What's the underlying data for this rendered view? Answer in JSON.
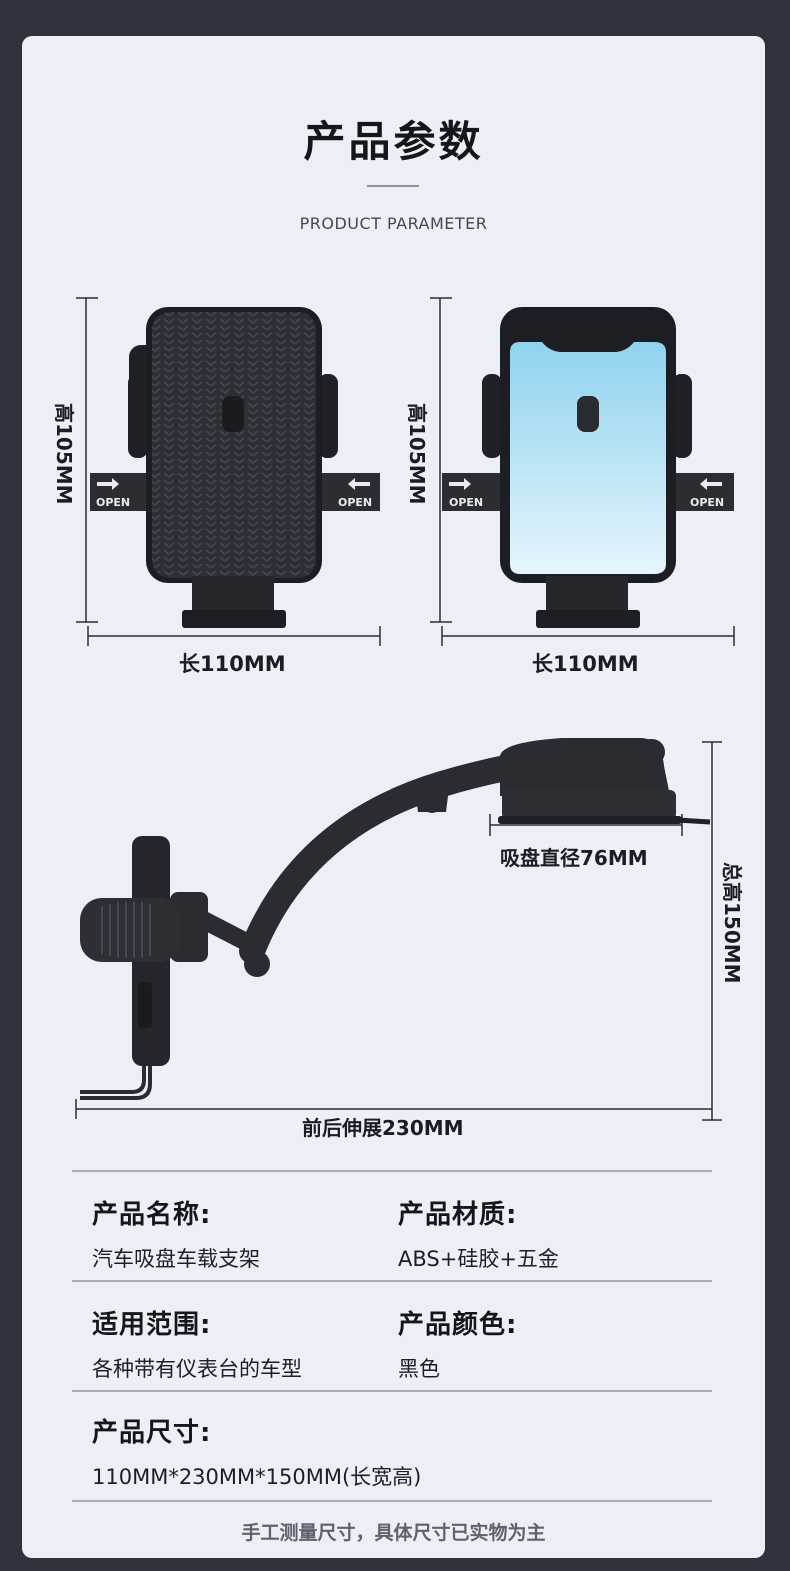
{
  "header": {
    "title": "产品参数",
    "subtitle": "PRODUCT PARAMETER"
  },
  "diagrams": {
    "front_left": {
      "height_label": "高105MM",
      "width_label": "长110MM",
      "open_left": "OPEN",
      "open_right": "OPEN"
    },
    "front_right": {
      "height_label": "高105MM",
      "width_label": "长110MM",
      "open_left": "OPEN",
      "open_right": "OPEN"
    },
    "side": {
      "suction_label": "吸盘直径76MM",
      "total_height_label": "总高150MM",
      "extension_label": "前后伸展230MM"
    }
  },
  "specs": {
    "name": {
      "label": "产品名称:",
      "value": "汽车吸盘车载支架"
    },
    "material": {
      "label": "产品材质:",
      "value": "ABS+硅胶+五金"
    },
    "scope": {
      "label": "适用范围:",
      "value": "各种带有仪表台的车型"
    },
    "color": {
      "label": "产品颜色:",
      "value": "黑色"
    },
    "size": {
      "label": "产品尺寸:",
      "value": "110MM*230MM*150MM(长宽高)"
    }
  },
  "footer": {
    "note": "手工测量尺寸，具体尺寸已实物为主"
  },
  "colors": {
    "background": "#2f333d",
    "card": "#eceff5",
    "device": "#2a2c32",
    "screen_top": "#8fd3ef",
    "screen_bottom": "#e6f5fc"
  }
}
